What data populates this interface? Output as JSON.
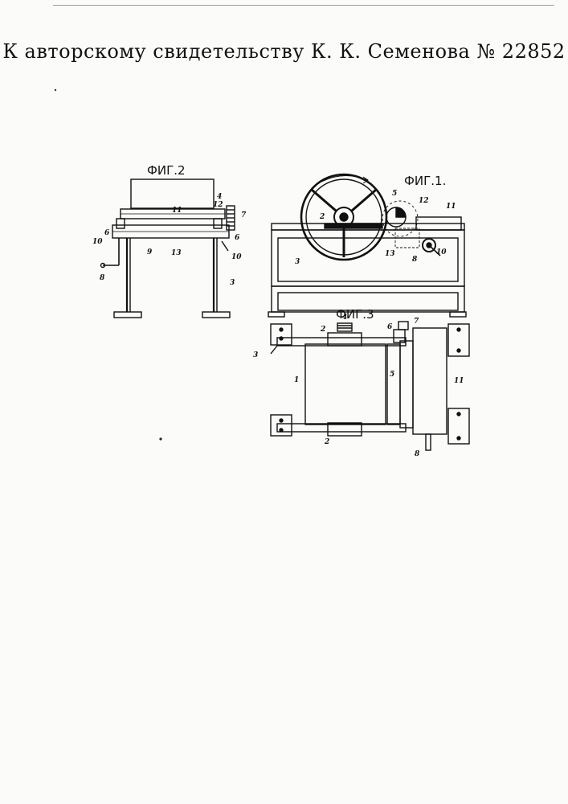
{
  "header": {
    "title": "К авторскому свидетельству К. К. Семенова № 22852"
  },
  "figures": {
    "fig1": {
      "label": "ФИГ.1."
    },
    "fig2": {
      "label": "ФИГ.2"
    },
    "fig3": {
      "label": "ФИГ.3"
    }
  },
  "callouts": {
    "fig2": [
      "4",
      "12",
      "11",
      "7",
      "6",
      "6",
      "10",
      "10",
      "9",
      "13",
      "8",
      "3"
    ],
    "fig1": [
      "5",
      "12",
      "11",
      "2",
      "3",
      "13",
      "8",
      "10"
    ],
    "fig3": [
      "4",
      "2",
      "6",
      "7",
      "3",
      "1",
      "5",
      "11",
      "2",
      "8"
    ]
  },
  "colors": {
    "ink": "#111111",
    "paper": "#fbfbf9",
    "hatch": "#555555"
  }
}
